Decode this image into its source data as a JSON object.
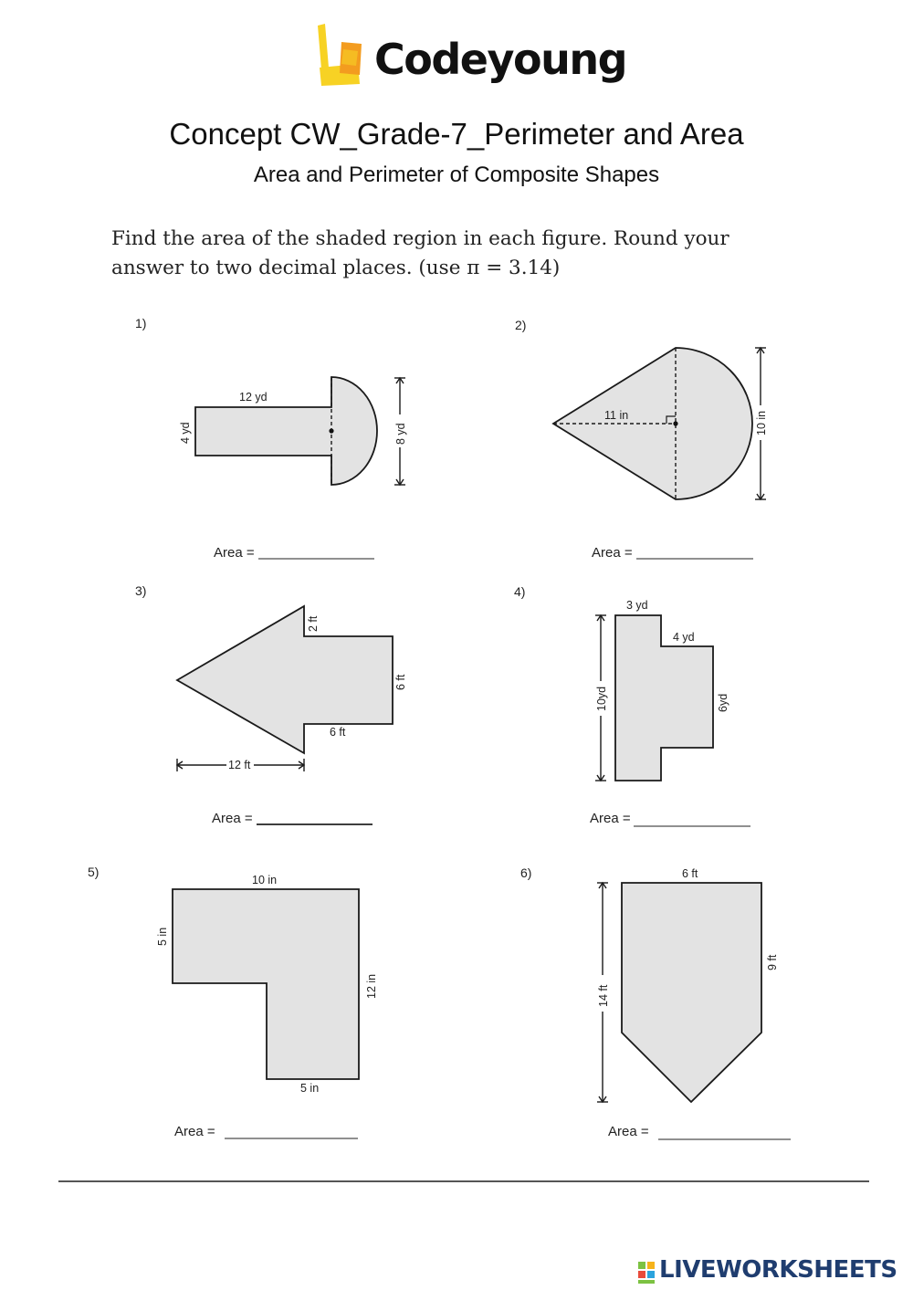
{
  "brand": {
    "name": "Codeyoung",
    "logo_colors": [
      "#f7d224",
      "#f39c1f"
    ]
  },
  "header": {
    "title": "Concept CW_Grade-7_Perimeter and Area",
    "subtitle": "Area and Perimeter of Composite Shapes"
  },
  "instructions": {
    "line1": "Find the area of the shaded region in each figure. Round your",
    "line2": "answer to two decimal places. (use π = 3.14)"
  },
  "problems": [
    {
      "number": "1)",
      "labels": [
        "12 yd",
        "4 yd",
        "8 yd"
      ],
      "answer_label": "Area ="
    },
    {
      "number": "2)",
      "labels": [
        "11 in",
        "10 in"
      ],
      "answer_label": "Area ="
    },
    {
      "number": "3)",
      "labels": [
        "2 ft",
        "6 ft",
        "6 ft",
        "12 ft"
      ],
      "answer_label": "Area ="
    },
    {
      "number": "4)",
      "labels": [
        "3 yd",
        "4 yd",
        "10yd",
        "6yd"
      ],
      "answer_label": "Area ="
    },
    {
      "number": "5)",
      "labels": [
        "10 in",
        "5 in",
        "12 in",
        "5 in"
      ],
      "answer_label": "Area ="
    },
    {
      "number": "6)",
      "labels": [
        "6 ft",
        "9 ft",
        "14 ft"
      ],
      "answer_label": "Area ="
    }
  ],
  "footer": {
    "brand": "LIVEWORKSHEETS",
    "brand_colors": [
      "#7cc242",
      "#1f3d6f"
    ]
  }
}
